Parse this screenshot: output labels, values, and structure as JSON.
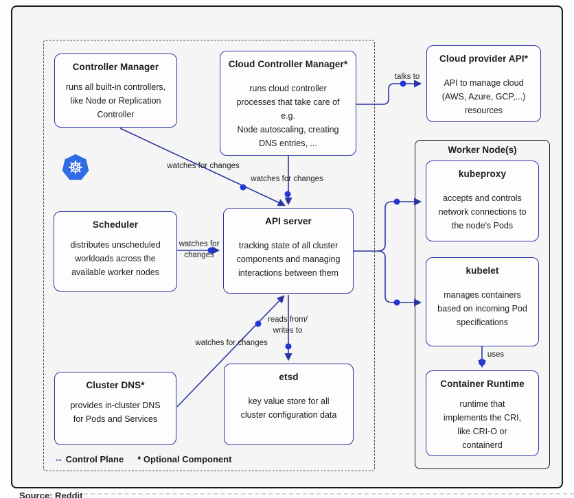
{
  "diagram": {
    "caption": "Source: Reddit",
    "legend": {
      "dash": "--",
      "control_plane": "Control Plane",
      "optional": "* Optional Component"
    },
    "worker_group": {
      "title": "Worker Node(s)"
    },
    "nodes": {
      "controller_manager": {
        "title": "Controller Manager",
        "body": "runs all built-in controllers,\nlike Node or Replication\nController"
      },
      "cloud_controller_manager": {
        "title": "Cloud Controller Manager*",
        "body": "runs cloud controller\nprocesses that take care of\ne.g.\nNode autoscaling, creating\nDNS entries, ..."
      },
      "cloud_provider_api": {
        "title": "Cloud provider API*",
        "body": "API to manage cloud\n(AWS, Azure, GCP,...)\nresources"
      },
      "scheduler": {
        "title": "Scheduler",
        "body": "distributes unscheduled\nworkloads across the\navailable worker nodes"
      },
      "api_server": {
        "title": "API server",
        "body": "tracking state of all cluster\ncomponents and managing\ninteractions between them"
      },
      "cluster_dns": {
        "title": "Cluster DNS*",
        "body": "provides in-cluster DNS\nfor Pods and Services"
      },
      "etsd": {
        "title": "etsd",
        "body": "key value store for all\ncluster configuration data"
      },
      "kubeproxy": {
        "title": "kubeproxy",
        "body": "accepts and controls\nnetwork connections to\nthe node's Pods"
      },
      "kubelet": {
        "title": "kubelet",
        "body": "manages containers\nbased on incoming Pod\nspecifications"
      },
      "container_runtime": {
        "title": "Container Runtime",
        "body": "runtime that\nimplements the CRI,\nlike CRI-O or\ncontainerd"
      }
    },
    "edge_labels": {
      "watches_cm": "watches for changes",
      "watches_ccm": "watches for changes",
      "talks_to": "talks to",
      "watches_scheduler": "watches for\nchanges",
      "reads_writes": "reads from/\nwrites to",
      "watches_dns": "watches for changes",
      "uses": "uses"
    },
    "colors": {
      "line": "#2b35a2",
      "dot": "#2136d4",
      "node_border": "#2b35a2",
      "frame_border": "#1a1a1a",
      "logo_blue": "#326ce5"
    }
  }
}
